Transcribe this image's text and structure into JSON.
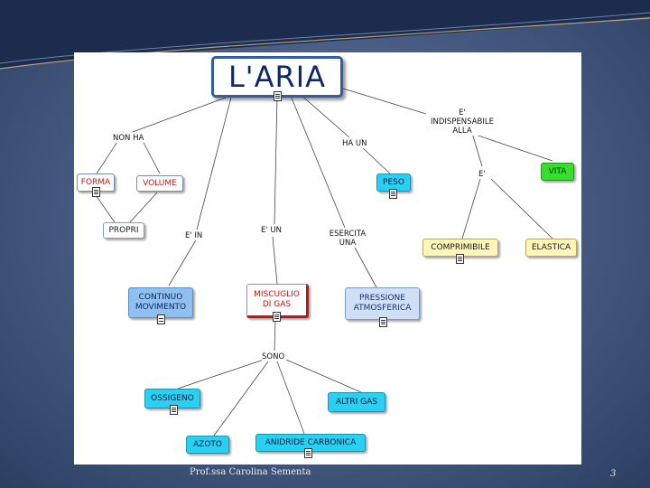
{
  "concept_map": {
    "title": "L'ARIA",
    "nodes": {
      "forma": "FORMA",
      "volume": "VOLUME",
      "propri": "PROPRI",
      "peso": "PESO",
      "vita": "VITA",
      "comprimibile": "COMPRIMIBILE",
      "elastica": "ELASTICA",
      "continuo_movimento": "CONTINUO MOVIMENTO",
      "miscuglio_di_gas": "MISCUGLIO DI GAS",
      "pressione_atmosferica": "PRESSIONE ATMOSFERICA",
      "ossigeno": "OSSIGENO",
      "altri_gas": "ALTRI GAS",
      "azoto": "AZOTO",
      "anidride_carbonica": "ANIDRIDE CARBONICA"
    },
    "links": {
      "non_ha": "NON HA",
      "ha_un": "HA UN",
      "e_indispensabile_alla": "E' INDISPENSABILE ALLA",
      "e": "E'",
      "e_in": "E' IN",
      "e_un": "E' UN",
      "esercita_una": "ESERCITA UNA",
      "sono": "SONO"
    }
  },
  "footer": {
    "author": "Prof.ssa Carolina Sementa",
    "page_number": "3"
  },
  "colors": {
    "background": "#2d4166",
    "title_border": "#2f5ea8",
    "red_text": "#cc1111",
    "cyan": "#2ad0f2",
    "green": "#35e02d",
    "yellow": "#fff6bb",
    "blue": "#8fc0f0"
  }
}
